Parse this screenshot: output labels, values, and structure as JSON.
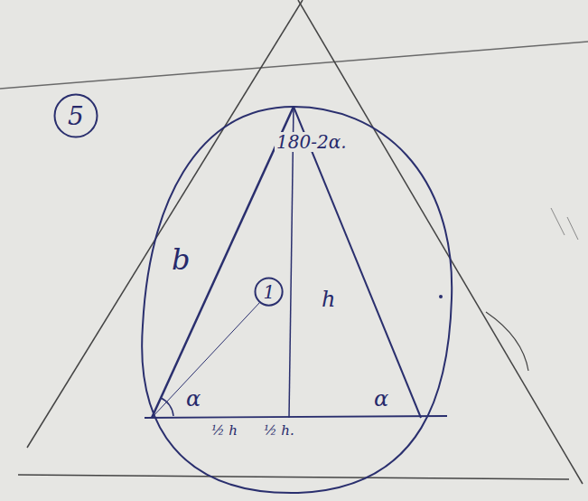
{
  "diagram": {
    "nodes": [
      {
        "text": [
          "5"
        ]
      },
      {
        "text": [
          "1"
        ]
      }
    ],
    "labels": [
      "180-2α.",
      "b",
      "h",
      "α",
      "α",
      "½ h",
      "½ h."
    ]
  }
}
